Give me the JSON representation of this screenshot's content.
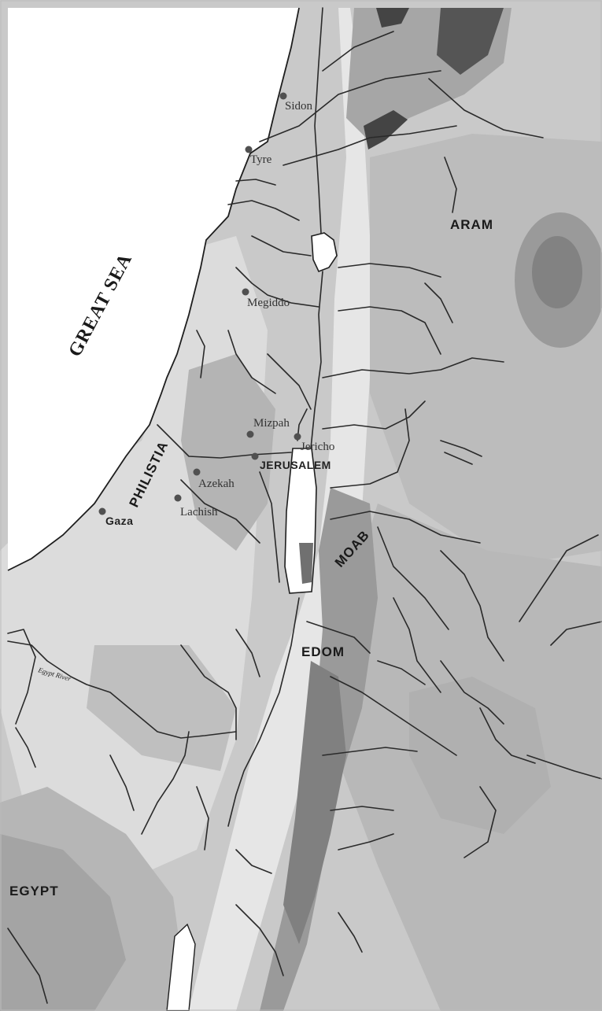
{
  "map": {
    "sea_label": "GREAT SEA",
    "regions": {
      "aram": "ARAM",
      "philistia": "PHILISTIA",
      "moab": "MOAB",
      "edom": "EDOM",
      "egypt": "EGYPT"
    },
    "cities": {
      "sidon": "Sidon",
      "tyre": "Tyre",
      "megiddo": "Megiddo",
      "mizpah": "Mizpah",
      "jericho": "Jericho",
      "jerusalem": "JERUSALEM",
      "azekah": "Azekah",
      "lachish": "Lachish",
      "gaza": "Gaza"
    },
    "river_label": "Egypt River",
    "colors": {
      "sea": "#ffffff",
      "lowland": "#d6d6d6",
      "hill": "#a8a8a8",
      "highland": "#808080",
      "peak": "#3c3c3c",
      "river": "#2a2a2a",
      "city_dot": "#505050"
    }
  }
}
